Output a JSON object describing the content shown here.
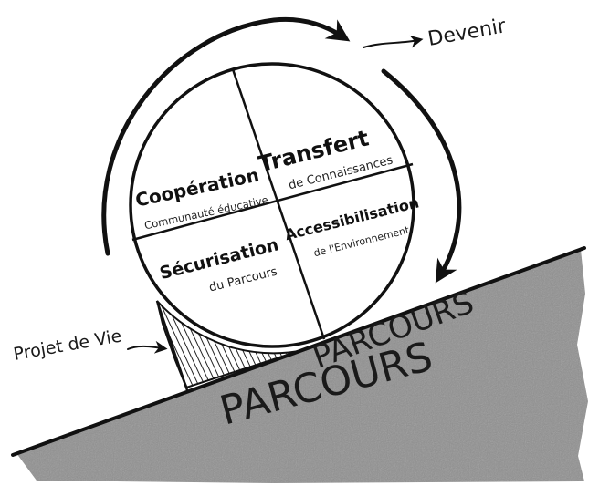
{
  "labels": {
    "devenir": "Devenir",
    "projet_de_vie": "Projet de Vie",
    "parcours_ramp": "PARCOURS",
    "parcours_base": "PARCOURS"
  },
  "quadrants": {
    "cooperation": {
      "title": "Coopération",
      "subtitle": "Communauté éducative"
    },
    "transfert": {
      "title": "Transfert",
      "subtitle": "de Connaissances"
    },
    "securisation": {
      "title": "Sécurisation",
      "subtitle": "du Parcours"
    },
    "accessibilisation": {
      "title": "Accessibilisation",
      "subtitle": "de l'Environnement"
    }
  },
  "colors": {
    "ink": "#111111",
    "ground_fill": "#8f8f8f",
    "ground_dark": "#6e6e6e"
  }
}
